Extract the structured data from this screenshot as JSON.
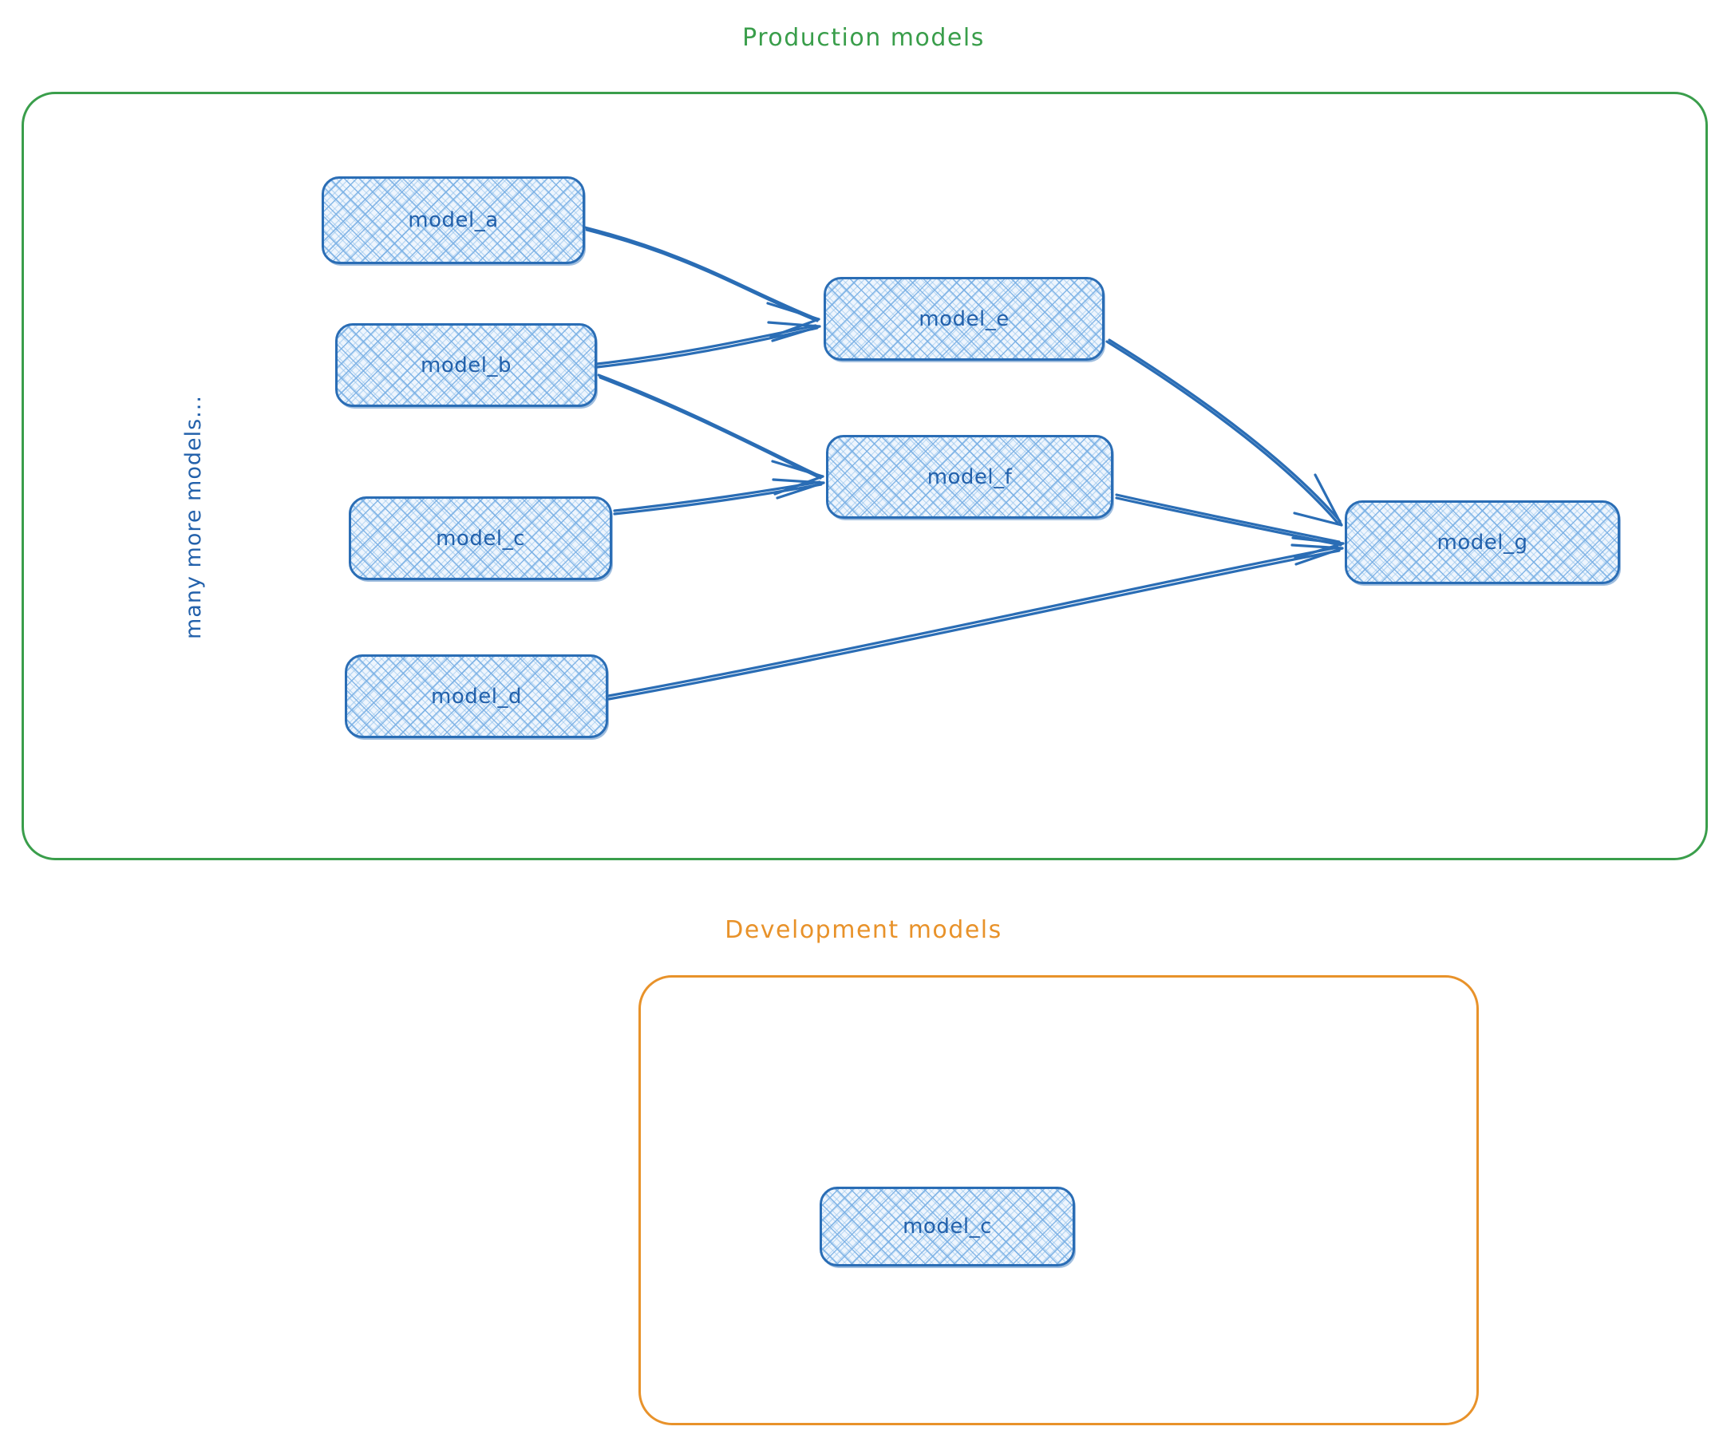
{
  "diagram": {
    "title_hidden": "",
    "accent_colors": {
      "production": "#3a9e4b",
      "development": "#e8922a",
      "node_stroke": "#2a6db5",
      "node_text": "#2361ab",
      "node_fill": "#eef5fd",
      "edge": "#2a6db5"
    }
  },
  "groups": [
    {
      "id": "production",
      "label": "Production models",
      "color": "#3a9e4b"
    },
    {
      "id": "development",
      "label": "Development models",
      "color": "#e8922a"
    }
  ],
  "annotations": {
    "side_note": "many more models..."
  },
  "nodes": [
    {
      "id": "model_a",
      "label": "model_a",
      "group": "production"
    },
    {
      "id": "model_b",
      "label": "model_b",
      "group": "production"
    },
    {
      "id": "model_c",
      "label": "model_c",
      "group": "production"
    },
    {
      "id": "model_d",
      "label": "model_d",
      "group": "production"
    },
    {
      "id": "model_e",
      "label": "model_e",
      "group": "production"
    },
    {
      "id": "model_f",
      "label": "model_f",
      "group": "production"
    },
    {
      "id": "model_g",
      "label": "model_g",
      "group": "production"
    },
    {
      "id": "model_c_dev",
      "label": "model_c",
      "group": "development"
    }
  ],
  "edges": [
    {
      "from": "model_a",
      "to": "model_e"
    },
    {
      "from": "model_b",
      "to": "model_e"
    },
    {
      "from": "model_b",
      "to": "model_f"
    },
    {
      "from": "model_c",
      "to": "model_f"
    },
    {
      "from": "model_e",
      "to": "model_g"
    },
    {
      "from": "model_f",
      "to": "model_g"
    },
    {
      "from": "model_d",
      "to": "model_g"
    }
  ]
}
